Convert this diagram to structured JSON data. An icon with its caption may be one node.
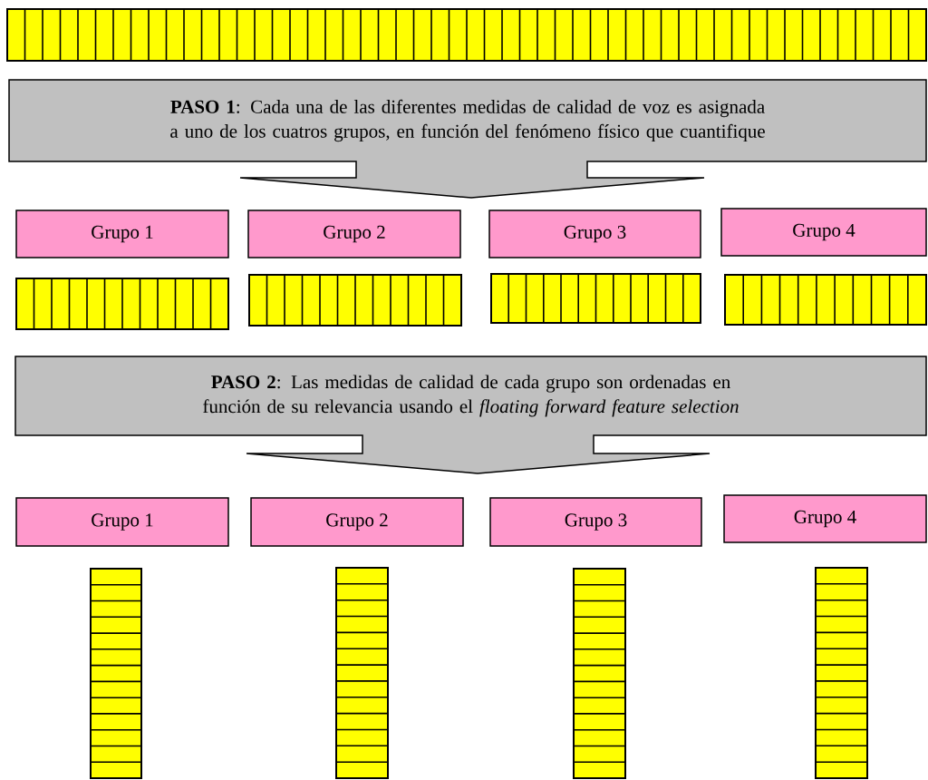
{
  "diagram": {
    "nodes": [
      {
        "text": [],
        "shape": "bar"
      },
      {
        "text": [
          "**PASO 1**:  Cada una de las diferentes medidas de calidad de voz es asignada a uno de los cuatros grupos, en función del fenómeno físico que cuantifique"
        ]
      },
      {
        "text": [
          "Grupo 1"
        ]
      },
      {
        "text": [
          "Grupo 2"
        ]
      },
      {
        "text": [
          "Grupo 3"
        ]
      },
      {
        "text": [
          "Grupo 4"
        ]
      },
      {
        "text": [],
        "shape": "bar"
      },
      {
        "text": [],
        "shape": "bar"
      },
      {
        "text": [],
        "shape": "bar"
      },
      {
        "text": [],
        "shape": "bar"
      },
      {
        "text": [
          "**PASO 2**:  Las medidas de calidad de cada grupo son ordenadas en función de su relevancia usando el *floating forward feature selection*"
        ]
      },
      {
        "text": [
          "Grupo 1"
        ]
      },
      {
        "text": [
          "Grupo 2"
        ]
      },
      {
        "text": [
          "Grupo 3"
        ]
      },
      {
        "text": [
          "Grupo 4"
        ]
      },
      {
        "text": [],
        "shape": "bar"
      },
      {
        "text": [],
        "shape": "bar"
      },
      {
        "text": [],
        "shape": "bar"
      },
      {
        "text": [],
        "shape": "bar"
      }
    ]
  }
}
